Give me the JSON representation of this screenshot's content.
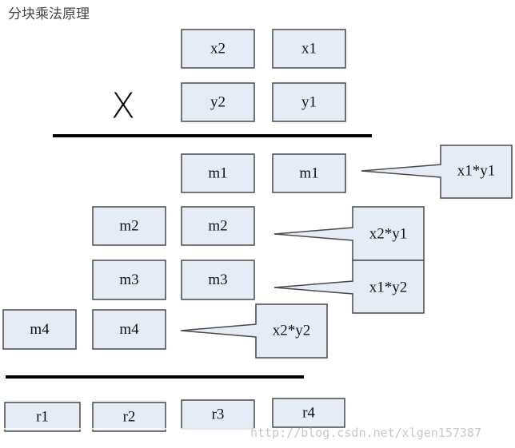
{
  "title": "分块乘法原理",
  "operator": "X",
  "operands": {
    "row1": [
      "x2",
      "x1"
    ],
    "row2": [
      "y2",
      "y1"
    ]
  },
  "partials": [
    {
      "cells": [
        "m1",
        "m1"
      ],
      "note": "x1*y1"
    },
    {
      "cells": [
        "m2",
        "m2"
      ],
      "note": "x2*y1"
    },
    {
      "cells": [
        "m3",
        "m3"
      ],
      "note": "x1*y2"
    },
    {
      "cells": [
        "m4",
        "m4"
      ],
      "note": "x2*y2"
    }
  ],
  "result": [
    "r1",
    "r2",
    "r3",
    "r4"
  ],
  "watermark": "http://blog.csdn.net/xlgen157387"
}
